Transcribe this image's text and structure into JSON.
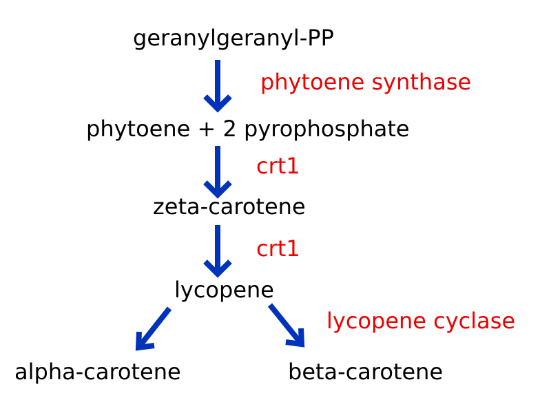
{
  "diagram": {
    "compounds": {
      "ggpp": "geranylgeranyl-PP",
      "phytoene": "phytoene + 2 pyrophosphate",
      "zeta_carotene": "zeta-carotene",
      "lycopene": "lycopene",
      "alpha_carotene": "alpha-carotene",
      "beta_carotene": "beta-carotene"
    },
    "enzymes": {
      "phytoene_synthase": "phytoene synthase",
      "crt1_first": "crt1",
      "crt1_second": "crt1",
      "lycopene_cyclase": "lycopene cyclase"
    },
    "colors": {
      "compound_text": "#000000",
      "enzyme_text": "#ee0000",
      "arrow": "#0033bb"
    }
  }
}
